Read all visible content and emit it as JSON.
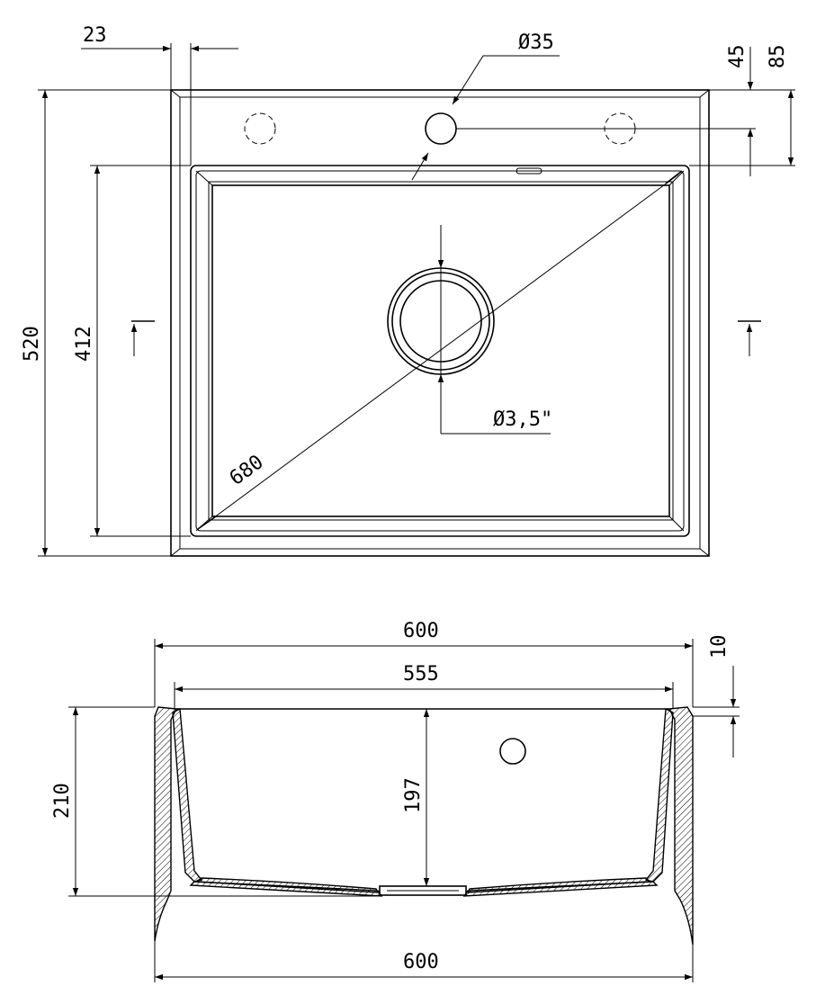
{
  "top_view": {
    "dim_flange_offset": "23",
    "dim_tap_hole": "Ø35",
    "dim_tap_offset": "45",
    "dim_rim_depth": "85",
    "dim_overall_depth": "520",
    "dim_bowl_depth": "412",
    "dim_bowl_diagonal": "680",
    "dim_drain": "Ø3,5\""
  },
  "section_view": {
    "dim_top_width": "600",
    "dim_bowl_width": "555",
    "dim_rim_thickness": "10",
    "dim_total_height": "210",
    "dim_bowl_height": "197",
    "dim_bottom_width": "600"
  }
}
